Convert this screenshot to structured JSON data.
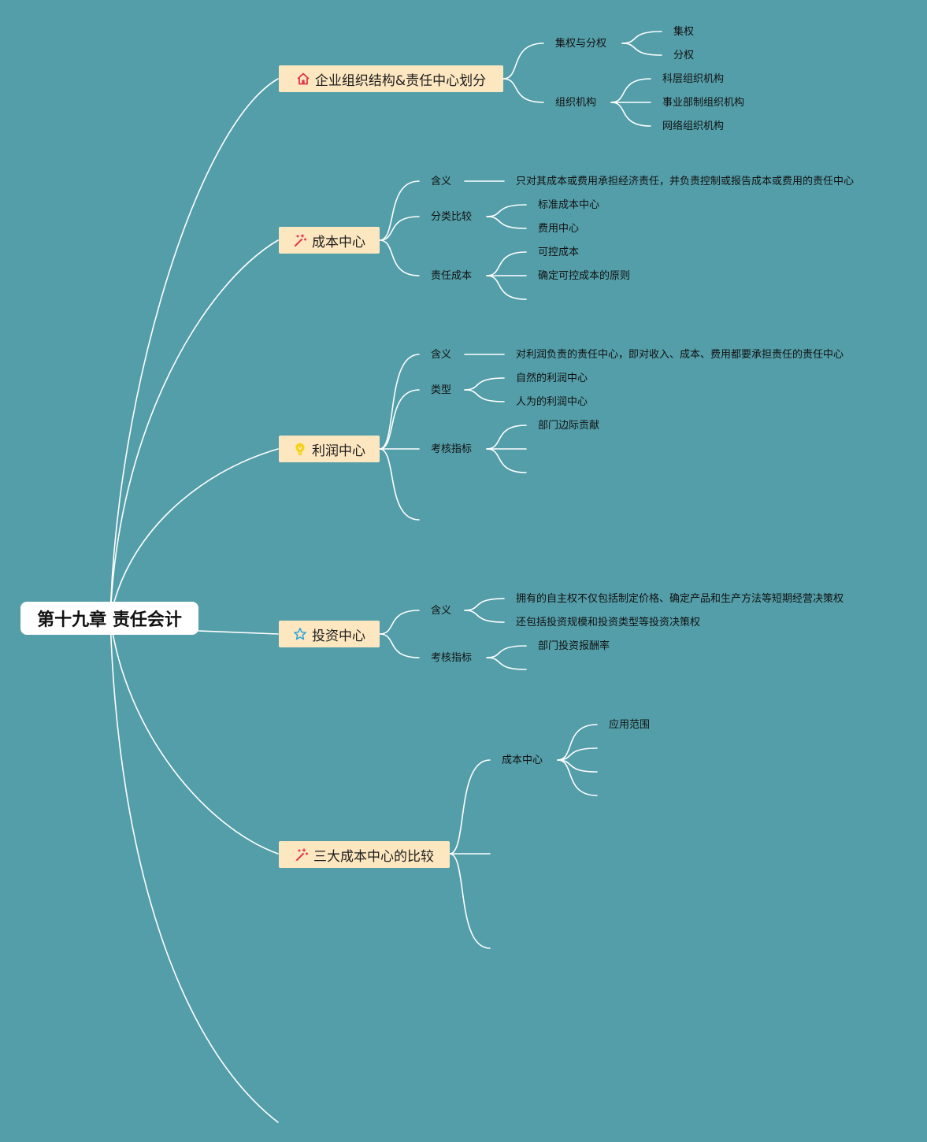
{
  "root": {
    "label": "第十九章 责任会计"
  },
  "branches": {
    "org": {
      "label": "企业组织结构&责任中心划分",
      "icon": "house-icon",
      "items": {
        "centralization": {
          "label": "集权与分权",
          "children": [
            "集权",
            "分权"
          ]
        },
        "structure": {
          "label": "组织机构",
          "children": [
            "科层组织机构",
            "事业部制组织机构",
            "网络组织机构"
          ]
        }
      }
    },
    "cost": {
      "label": "成本中心",
      "icon": "magic-wand-icon",
      "items": {
        "meaning": {
          "label": "含义",
          "detail": "只对其成本或费用承担经济责任，并负责控制或报告成本或费用的责任中心"
        },
        "classification": {
          "label": "分类比较",
          "children": [
            "标准成本中心",
            "费用中心"
          ]
        },
        "responsibility_cost": {
          "label": "责任成本",
          "children": [
            "可控成本",
            "确定可控成本的原则"
          ]
        }
      }
    },
    "profit": {
      "label": "利润中心",
      "icon": "lightbulb-icon",
      "items": {
        "meaning": {
          "label": "含义",
          "detail": "对利润负责的责任中心，即对收入、成本、费用都要承担责任的责任中心"
        },
        "types": {
          "label": "类型",
          "children": [
            "自然的利润中心",
            "人为的利润中心"
          ]
        },
        "indicators": {
          "label": "考核指标",
          "children": [
            "部门边际贡献"
          ]
        }
      }
    },
    "investment": {
      "label": "投资中心",
      "icon": "star-icon",
      "items": {
        "meaning": {
          "label": "含义",
          "children": [
            "拥有的自主权不仅包括制定价格、确定产品和生产方法等短期经营决策权",
            "还包括投资规模和投资类型等投资决策权"
          ]
        },
        "indicators": {
          "label": "考核指标",
          "children": [
            "部门投资报酬率"
          ]
        }
      }
    },
    "compare": {
      "label": "三大成本中心的比较",
      "icon": "magic-wand-icon",
      "items": {
        "cost_center": {
          "label": "成本中心",
          "children": [
            "应用范围"
          ]
        }
      }
    }
  },
  "colors": {
    "background": "#539ea9",
    "branch_fill": "#fde7c0",
    "link": "#ffffff"
  }
}
